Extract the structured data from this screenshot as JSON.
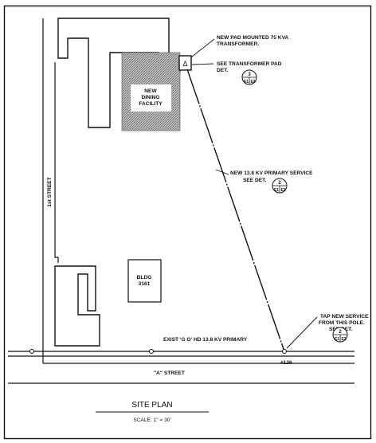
{
  "diagram": {
    "labels": {
      "first_street": "1st STREET",
      "a_street": "\"A\" STREET",
      "dining_line1": "NEW",
      "dining_line2": "DINING",
      "dining_line3": "FACILITY",
      "bldg_line1": "BLDG",
      "bldg_line2": "3161",
      "transformer_line1": "NEW PAD MOUNTED 75 KVA",
      "transformer_line2": "TRANSFORMER.",
      "pad_line1": "SEE TRANSFORMER PAD",
      "pad_line2": "DET.",
      "primary_line1": "NEW 13.8 KV PRIMARY SERVICE",
      "primary_line2": "SEE DET.",
      "tap_line1": "TAP NEW SERVICE",
      "tap_line2": "FROM THIS POLE.",
      "tap_line3": "SEE DET.",
      "existing_primary": "EXIST 'G O' HD  13.8 KV PRIMARY",
      "pole_number": "#126",
      "transformer_symbol": "Δ"
    },
    "details": [
      {
        "number": "3",
        "sheet_left": "E1",
        "sheet_right": "E2"
      },
      {
        "number": "2",
        "sheet_left": "E1",
        "sheet_right": "E2"
      },
      {
        "number": "2",
        "sheet_left": "E1",
        "sheet_right": "E2"
      }
    ],
    "title": "SITE PLAN",
    "scale": "SCALE:  1\" = 30'"
  }
}
